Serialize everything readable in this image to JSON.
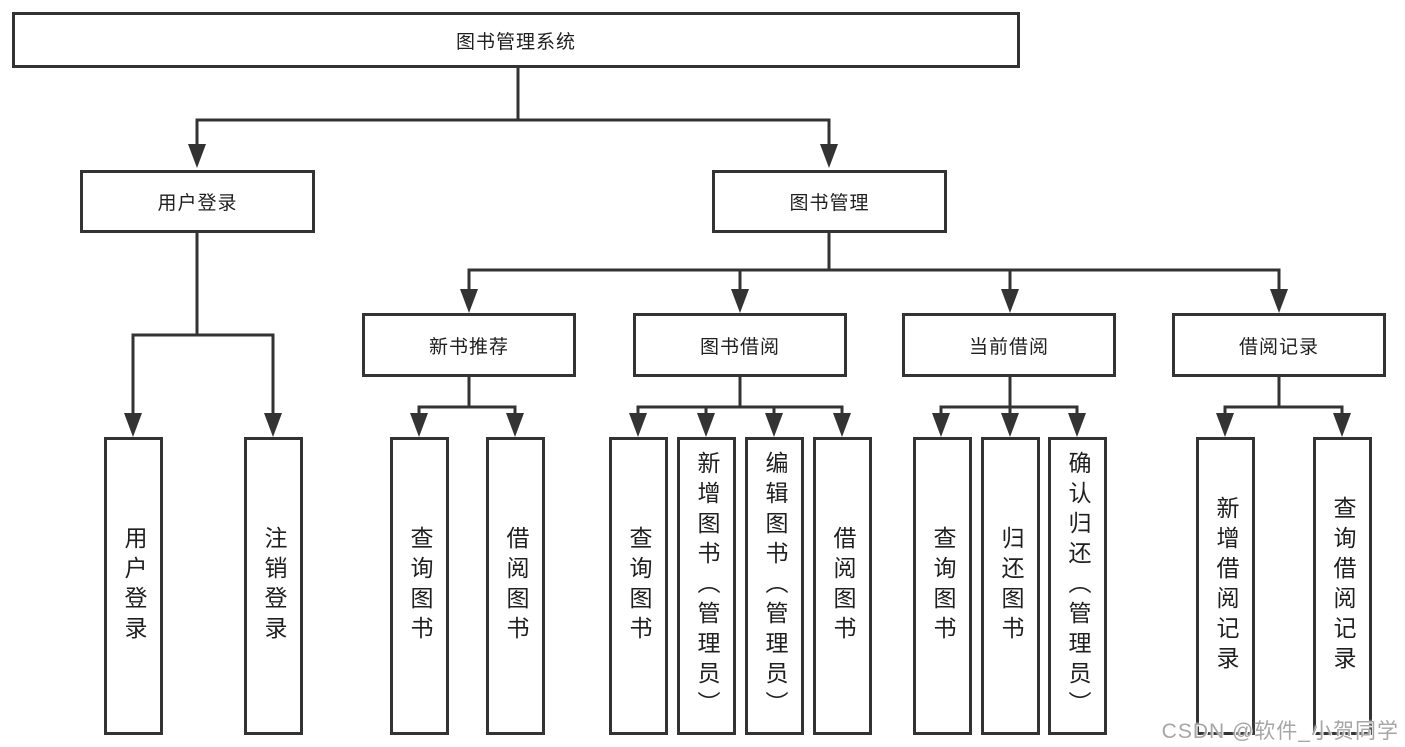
{
  "diagram": {
    "root": {
      "label": "图书管理系统"
    },
    "level2": [
      {
        "label": "用户登录"
      },
      {
        "label": "图书管理"
      }
    ],
    "level3": [
      {
        "label": "新书推荐",
        "parent": "图书管理"
      },
      {
        "label": "图书借阅",
        "parent": "图书管理"
      },
      {
        "label": "当前借阅",
        "parent": "图书管理"
      },
      {
        "label": "借阅记录",
        "parent": "图书管理"
      }
    ],
    "leaves": [
      {
        "label": "用户登录",
        "parent": "用户登录"
      },
      {
        "label": "注销登录",
        "parent": "用户登录"
      },
      {
        "label": "查询图书",
        "parent": "新书推荐"
      },
      {
        "label": "借阅图书",
        "parent": "新书推荐"
      },
      {
        "label": "查询图书",
        "parent": "图书借阅"
      },
      {
        "label": "新增图书（管理员）",
        "parent": "图书借阅"
      },
      {
        "label": "编辑图书（管理员）",
        "parent": "图书借阅"
      },
      {
        "label": "借阅图书",
        "parent": "图书借阅"
      },
      {
        "label": "查询图书",
        "parent": "当前借阅"
      },
      {
        "label": "归还图书",
        "parent": "当前借阅"
      },
      {
        "label": "确认归还（管理员）",
        "parent": "当前借阅"
      },
      {
        "label": "新增借阅记录",
        "parent": "借阅记录"
      },
      {
        "label": "查询借阅记录",
        "parent": "借阅记录"
      }
    ],
    "watermark": "CSDN @软件_小贺同学",
    "colors": {
      "line": "#333333",
      "box_border": "#333333",
      "box_fill": "#ffffff",
      "text": "#1f1f1f",
      "watermark": "#a6a6a6"
    }
  }
}
